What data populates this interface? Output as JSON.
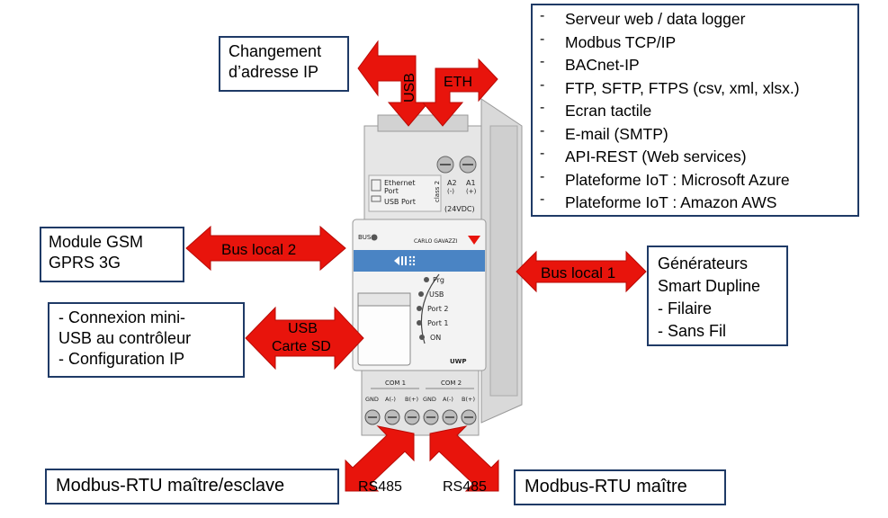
{
  "boxes": {
    "ip_change": "Changement\nd’adresse IP",
    "features": [
      "Serveur web / data logger",
      "Modbus TCP/IP",
      "BACnet-IP",
      "FTP, SFTP, FTPS (csv, xml, xlsx.)",
      "Ecran tactile",
      "E-mail (SMTP)",
      "API-REST (Web services)",
      "Plateforme IoT : Microsoft Azure",
      "Plateforme IoT : Amazon AWS"
    ],
    "gsm": "Module GSM\nGPRS 3G",
    "usb_conn": "- Connexion mini-\nUSB au contrôleur\n- Configuration IP",
    "dupline": "Générateurs\nSmart Dupline\n- Filaire\n- Sans Fil",
    "modbus_left": "Modbus-RTU maître/esclave",
    "modbus_right": "Modbus-RTU maître"
  },
  "arrows": {
    "usb_top": "USB",
    "eth": "ETH",
    "bus_local_2": "Bus local 2",
    "bus_local_1": "Bus local 1",
    "usb_sd_1": "USB",
    "usb_sd_2": "Carte SD",
    "rs485_left": "RS485",
    "rs485_right": "RS485"
  },
  "device": {
    "ethernet_port": "Ethernet",
    "ethernet_port_2": "Port",
    "usb_port": "USB Port",
    "class": "class 2",
    "a2": "A2",
    "a1": "A1",
    "minus": "(-)",
    "plus": "(+)",
    "voltage": "(24VDC)",
    "bus": "BUS",
    "brand": "CARLO GAVAZZI",
    "leds": [
      "Prg",
      "USB",
      "Port 2",
      "Port 1",
      "ON"
    ],
    "model": "UWP",
    "com1": "COM 1",
    "com2": "COM 2",
    "terminals": [
      "GND",
      "A(-)",
      "B(+)",
      "GND",
      "A(-)",
      "B(+)"
    ]
  },
  "colors": {
    "arrow_fill": "#e8140c",
    "box_border": "#1f3a66",
    "device_band": "#4a84c4"
  }
}
